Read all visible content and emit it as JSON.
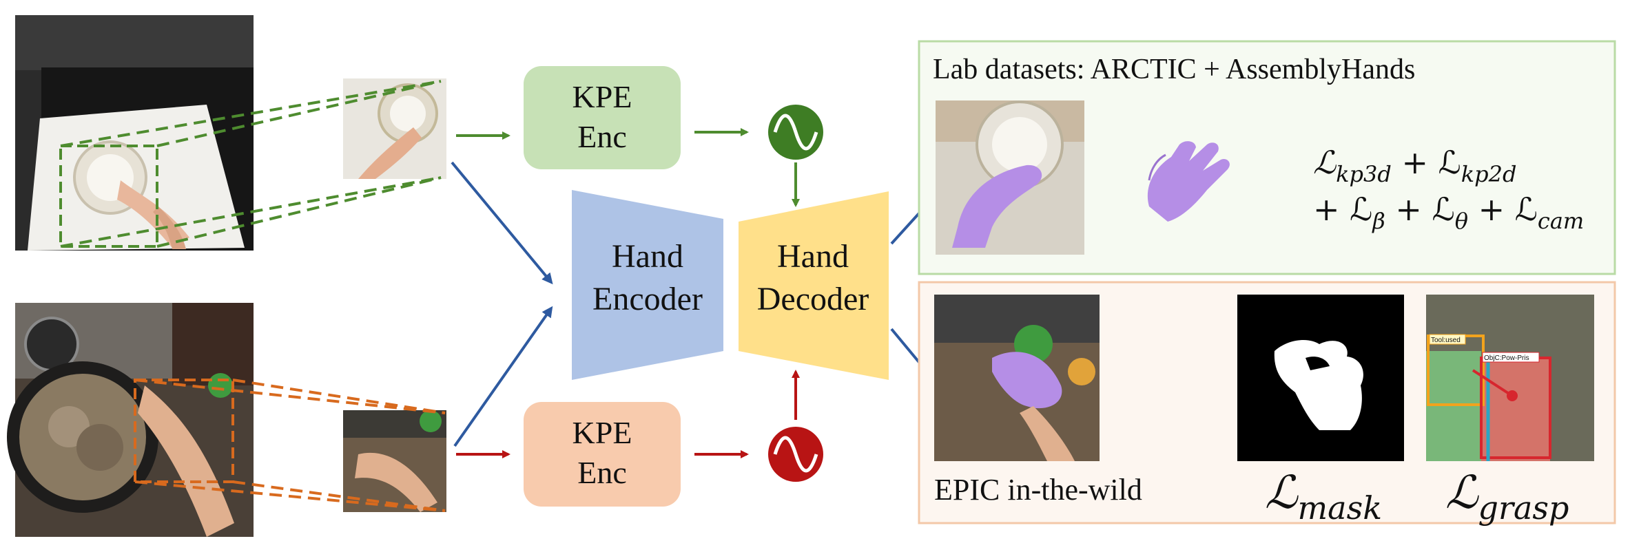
{
  "modules": {
    "kpe_enc_top": {
      "line1": "KPE",
      "line2": "Enc"
    },
    "kpe_enc_bottom": {
      "line1": "KPE",
      "line2": "Enc"
    },
    "hand_encoder": {
      "line1": "Hand",
      "line2": "Encoder"
    },
    "hand_decoder": {
      "line1": "Hand",
      "line2": "Decoder"
    }
  },
  "lab_panel": {
    "title": "Lab datasets: ARCTIC + AssemblyHands",
    "loss_line1": [
      "ℒ",
      "kp3d",
      " + ℒ",
      "kp2d"
    ],
    "loss_line2": [
      "+ ℒ",
      "β",
      " + ℒ",
      "θ",
      " + ℒ",
      "cam"
    ]
  },
  "wild_panel": {
    "title": "EPIC in-the-wild",
    "mask_loss": [
      "ℒ",
      "mask"
    ],
    "grasp_loss": [
      "ℒ",
      "grasp"
    ],
    "grasp_tags": [
      "Tool:used",
      "ObjC:Pow-Pris"
    ]
  },
  "colors": {
    "green_path": "#4e8c2f",
    "red_path": "#b81414",
    "blue_arrow": "#2e5aa0",
    "orange_dash": "#d86a1e",
    "kpe_top_fill": "#c7e1b6",
    "kpe_bottom_fill": "#f8cbad",
    "encoder_fill": "#aec3e6",
    "decoder_fill": "#ffe08a",
    "lab_border": "#b9dba5",
    "lab_bg": "#f6faf2",
    "wild_border": "#f3c8a8",
    "wild_bg": "#fdf6f0",
    "hand_mesh": "#b58ee6"
  }
}
